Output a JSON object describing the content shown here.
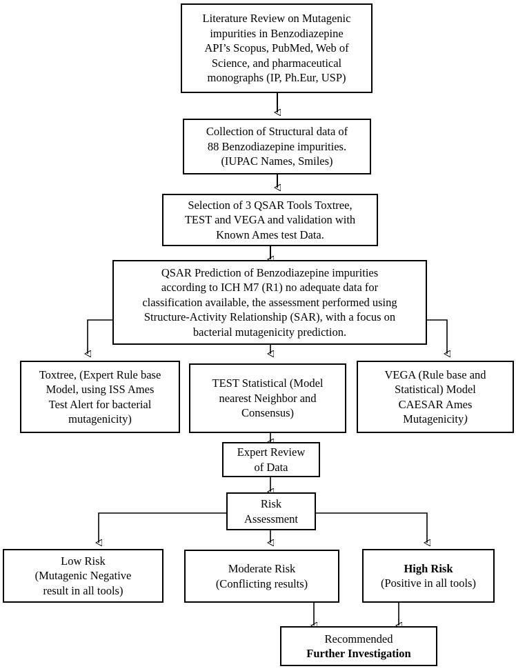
{
  "diagram": {
    "title": "QSAR Mutagenicity Assessment Workflow for Benzodiazepine Impurities",
    "type": "flowchart",
    "colors": {
      "stroke": "#000000",
      "fill": "#ffffff",
      "text": "#000000"
    },
    "nodes": [
      {
        "id": "literature-review",
        "lines": [
          "Literature Review on Mutagenic",
          "impurities in Benzodiazepine",
          "API’s Scopus, PubMed, Web of",
          "Science, and pharmaceutical",
          "monographs (IP, Ph.Eur, USP)"
        ]
      },
      {
        "id": "collection-structural-data",
        "lines": [
          "Collection of Structural data of",
          "88 Benzodiazepine impurities.",
          "(IUPAC Names, Smiles)"
        ]
      },
      {
        "id": "selection-qsar-tools",
        "lines": [
          "Selection of 3 QSAR Tools Toxtree,",
          "TEST and VEGA and validation with",
          "Known Ames test Data."
        ]
      },
      {
        "id": "qsar-prediction",
        "lines": [
          "QSAR Prediction of Benzodiazepine impurities",
          "according to ICH M7 (R1) no adequate data for",
          "classification available, the assessment performed using",
          "Structure-Activity Relationship (SAR), with a focus on",
          "bacterial mutagenicity prediction."
        ]
      },
      {
        "id": "toxtree",
        "lines": [
          "Toxtree, (Expert Rule base",
          "Model, using ISS Ames",
          "Test Alert for bacterial",
          "mutagenicity)"
        ]
      },
      {
        "id": "test-statistical",
        "lines": [
          "TEST Statistical (Model",
          "nearest Neighbor and",
          "Consensus)"
        ]
      },
      {
        "id": "vega",
        "lines": [
          "VEGA (Rule base and",
          "Statistical) Model",
          "CAESAR Ames",
          "Mutagenicity)"
        ]
      },
      {
        "id": "expert-review",
        "lines": [
          "Expert Review",
          "of Data"
        ]
      },
      {
        "id": "risk-assessment",
        "lines": [
          "Risk",
          "Assessment"
        ]
      },
      {
        "id": "low-risk",
        "lines": [
          "Low Risk",
          "(Mutagenic Negative",
          "result in all tools)"
        ]
      },
      {
        "id": "moderate-risk",
        "lines": [
          "Moderate Risk",
          "(Conflicting results)"
        ]
      },
      {
        "id": "high-risk",
        "lines": [
          "High Risk",
          "(Positive in all tools)"
        ]
      },
      {
        "id": "recommendation",
        "lines": [
          "Recommended",
          "Further Investigation"
        ]
      }
    ],
    "text": {
      "lit_l1": "Literature Review on Mutagenic",
      "lit_l2": "impurities in Benzodiazepine",
      "lit_l3": "API’s Scopus, PubMed, Web of",
      "lit_l4": "Science, and pharmaceutical",
      "lit_l5": "monographs (IP, Ph.Eur, USP)",
      "col_l1": "Collection of Structural data of",
      "col_l2": "88 Benzodiazepine impurities.",
      "col_l3": "(IUPAC Names, Smiles)",
      "sel_l1": "Selection of 3 QSAR Tools Toxtree,",
      "sel_l2": "TEST and VEGA and validation with",
      "sel_l3": "Known Ames test Data.",
      "qsar_l1": "QSAR Prediction of Benzodiazepine impurities",
      "qsar_l2": "according to ICH M7 (R1) no adequate data for",
      "qsar_l3": "classification available, the assessment performed using",
      "qsar_l4": "Structure-Activity Relationship (SAR), with a focus on",
      "qsar_l5": "bacterial mutagenicity prediction.",
      "tox_l1": "Toxtree, (Expert Rule base",
      "tox_l2": "Model, using ISS Ames",
      "tox_l3": "Test Alert for bacterial",
      "tox_l4": "mutagenicity)",
      "test_l1": "TEST Statistical (Model",
      "test_l2": "nearest Neighbor and",
      "test_l3": "Consensus)",
      "vega_l1": "VEGA (Rule base and",
      "vega_l2": "Statistical) Model",
      "vega_l3": "CAESAR Ames",
      "vega_l4": "Mutagenicity",
      "vega_l4b": ")",
      "exp_l1": "Expert Review",
      "exp_l2": "of Data",
      "risk_l1": "Risk",
      "risk_l2": "Assessment",
      "low_l1": "Low Risk",
      "low_l2": "(Mutagenic Negative",
      "low_l3": "result in all tools)",
      "mod_l1": "Moderate Risk",
      "mod_l2": "(Conflicting results)",
      "high_l1": "High Risk",
      "high_l2": "(Positive in all tools)",
      "rec_l1": "Recommended",
      "rec_l2": "Further Investigation"
    }
  }
}
